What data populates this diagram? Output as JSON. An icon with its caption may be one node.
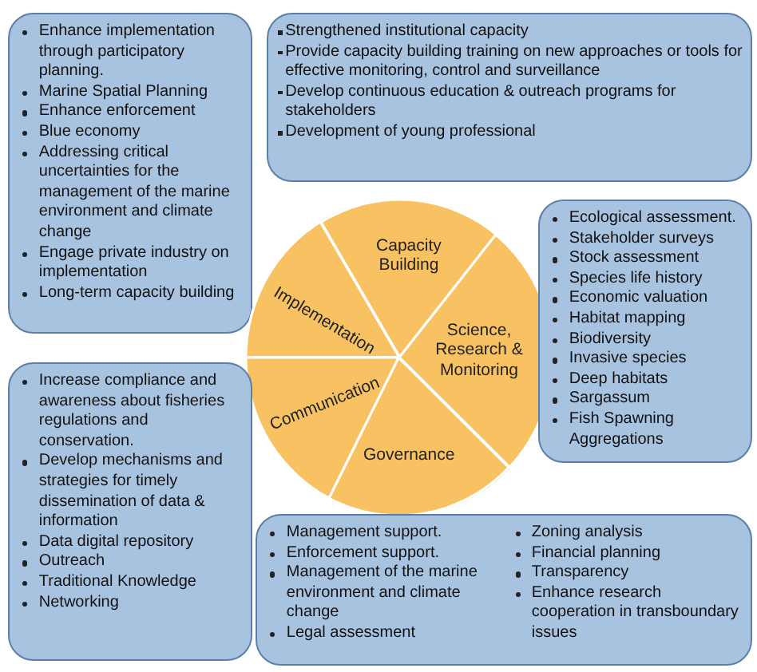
{
  "diagram": {
    "nodes": [
      {
        "text": [
          "Enhance implementation through participatory planning.",
          "Marine Spatial Planning",
          "Enhance enforcement",
          "Blue economy",
          "Addressing critical uncertainties for the management of the marine environment and climate change",
          "Engage private industry on implementation",
          "Long-term capacity building"
        ]
      },
      {
        "text": [
          "Strengthened institutional capacity",
          "Provide capacity building training on new approaches or tools for effective monitoring, control and surveillance",
          "Develop continuous education & outreach programs for stakeholders",
          "Development of young professional"
        ]
      },
      {
        "text": [
          "Capacity Building"
        ]
      },
      {
        "text": [
          "Implementation"
        ]
      },
      {
        "text": [
          "Science, Research & Monitoring"
        ]
      },
      {
        "text": [
          "Communication"
        ]
      },
      {
        "text": [
          "Governance"
        ]
      },
      {
        "text": [
          "Ecological assessment.",
          "Stakeholder surveys",
          "Stock assessment",
          "Species life history",
          "Economic valuation",
          "Habitat mapping",
          "Biodiversity",
          "Invasive species",
          "Deep habitats",
          "Sargassum",
          "Fish Spawning Aggregations"
        ]
      },
      {
        "text": [
          "Increase compliance and awareness about fisheries regulations and conservation.",
          "Develop mechanisms and strategies for timely dissemination of data & information",
          "Data digital repository",
          "Outreach",
          "Traditional Knowledge",
          "Networking"
        ]
      },
      {
        "text": [
          "Management support.",
          "Enforcement support.",
          "Management of the marine environment and climate change",
          "Legal assessment",
          "Zoning analysis",
          "Financial planning",
          "Transparency",
          "Enhance research cooperation in transboundary issues"
        ]
      }
    ]
  }
}
